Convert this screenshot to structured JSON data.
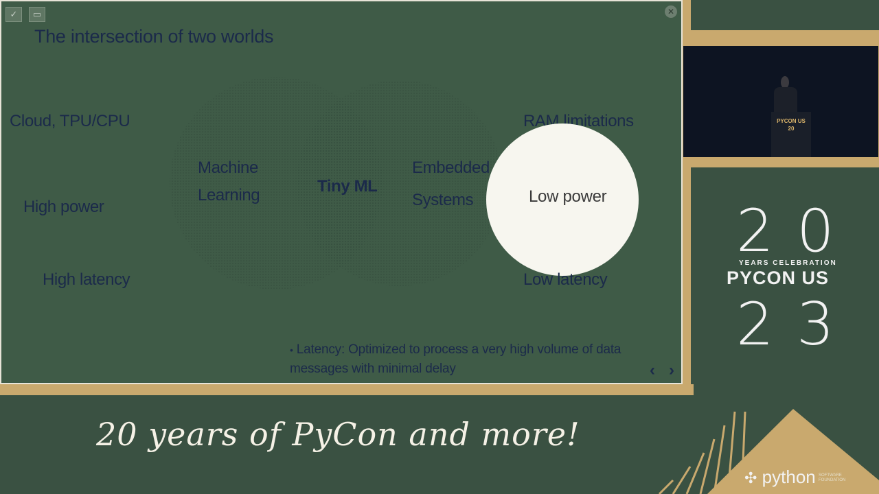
{
  "slide": {
    "title": "The intersection of two worlds",
    "toolbar": {
      "edit_icon": "✓",
      "window_icon": "▭"
    },
    "close_icon": "close-icon",
    "venn": {
      "left_circle": {
        "line1": "Machine",
        "line2": "Learning"
      },
      "center": "Tiny ML",
      "right_circle": {
        "line1": "Embedded",
        "line2": "Systems"
      }
    },
    "left_labels": [
      "Cloud, TPU/CPU",
      "High power",
      "High latency"
    ],
    "right_labels": [
      "RAM limitations",
      "Low power",
      "Low latency"
    ],
    "bullet": {
      "marker": "•",
      "line1": "Latency: Optimized to process a very high volume of data",
      "line2": "messages with minimal delay"
    },
    "nav": {
      "prev": "‹",
      "next": "›"
    }
  },
  "webcam": {
    "podium_line1": "PYCON US",
    "podium_line2": "20"
  },
  "logo": {
    "top_left": "2",
    "top_right": "0",
    "years": "YEARS CELEBRATION",
    "name": "PYCON US",
    "bottom_left": "2",
    "bottom_right": "3"
  },
  "footer": {
    "tagline": "20 years of PyCon and more!",
    "python": "python",
    "psf_line1": "SOFTWARE",
    "psf_line2": "FOUNDATION"
  },
  "colors": {
    "slide_bg": "#3f5b47",
    "text": "#1b2a4a",
    "gold": "#c9a96e",
    "spotlight": "#f7f6ef"
  }
}
